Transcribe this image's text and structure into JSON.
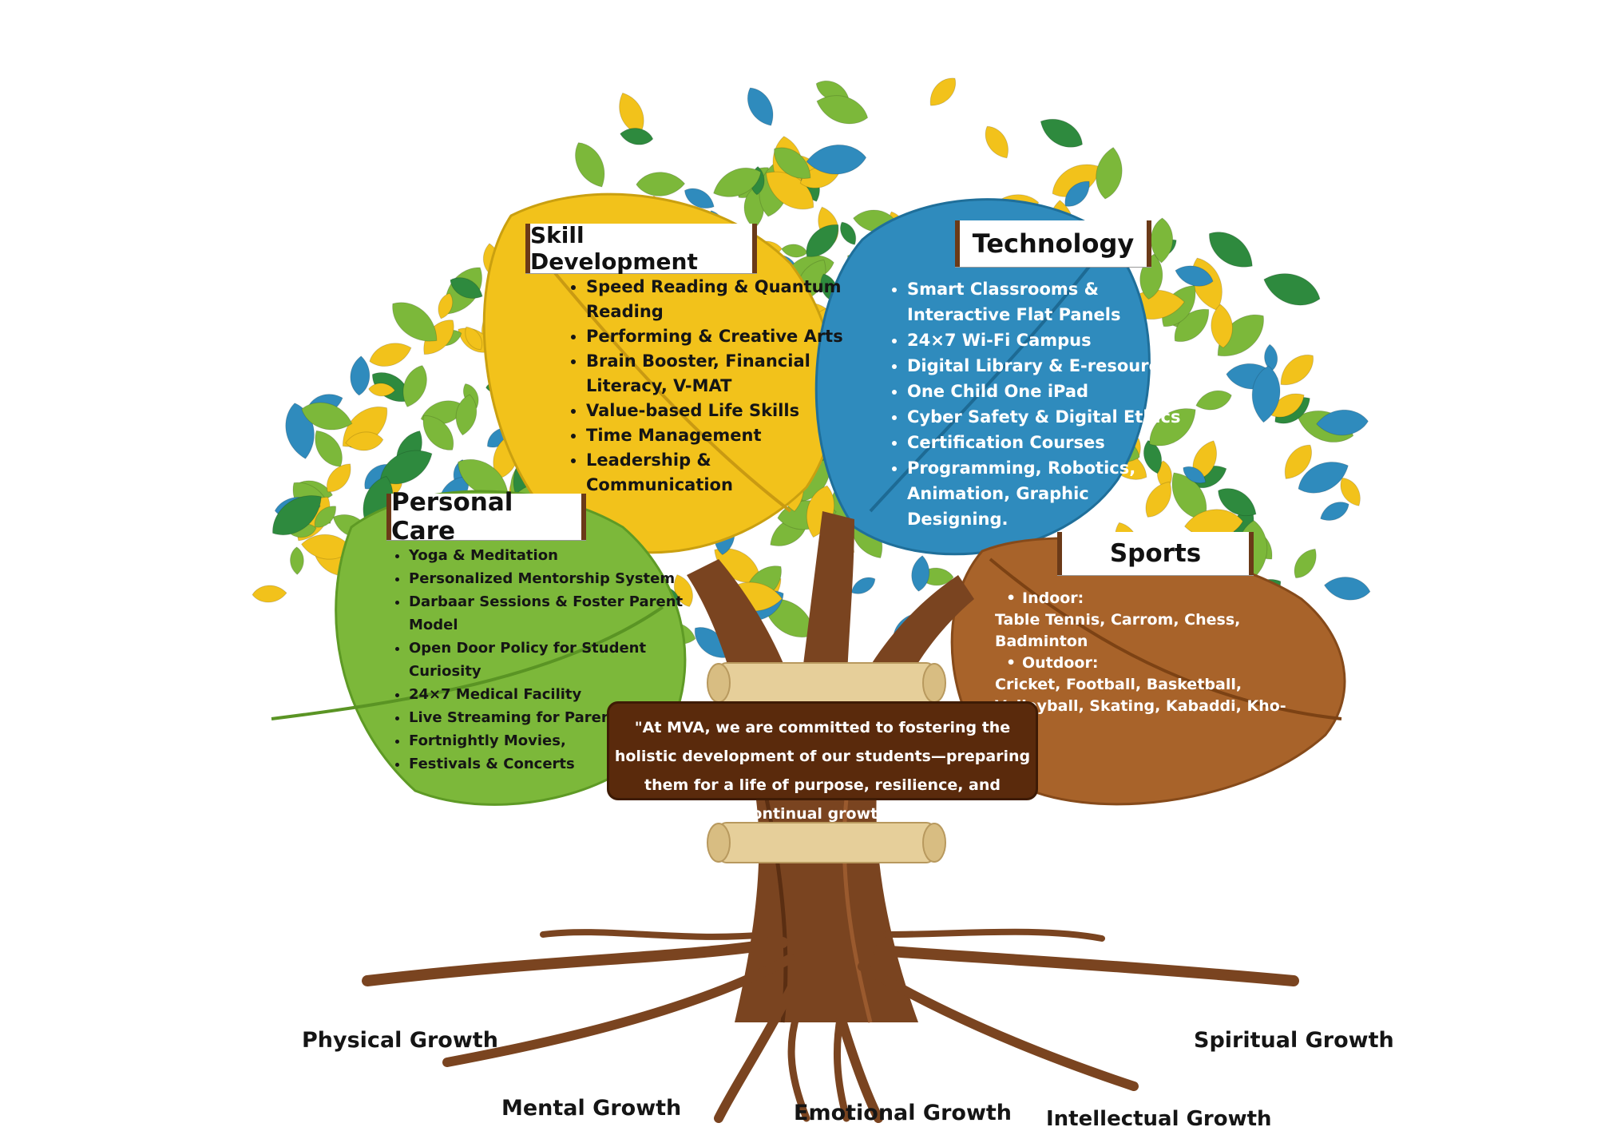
{
  "sections": {
    "skill_development": {
      "title": "Skill Development",
      "items": [
        "Speed Reading & Quantum Reading",
        "Performing & Creative Arts",
        "Brain Booster, Financial Literacy, V-MAT",
        "Value-based Life Skills",
        "Time Management",
        "Leadership & Communication"
      ]
    },
    "technology": {
      "title": "Technology",
      "items": [
        "Smart Classrooms & Interactive Flat Panels",
        "24×7 Wi-Fi Campus",
        "Digital Library & E-resources",
        "One Child One iPad",
        "Cyber Safety & Digital Ethics",
        "Certification Courses",
        "Programming, Robotics, Animation, Graphic Designing."
      ]
    },
    "personal_care": {
      "title": "Personal Care",
      "items": [
        "Yoga & Meditation",
        "Personalized Mentorship System",
        "Darbaar Sessions & Foster Parent Model",
        "Open Door Policy for Student Curiosity",
        "24×7 Medical Facility",
        "Live Streaming for Parents",
        "Fortnightly Movies,",
        "Festivals & Concerts"
      ]
    },
    "sports": {
      "title": "Sports",
      "indoor_label": "Indoor:",
      "indoor_items": "Table Tennis, Carrom, Chess, Badminton",
      "outdoor_label": "Outdoor:",
      "outdoor_items": "Cricket, Football, Basketball, Volleyball, Skating, Kabaddi, Kho-kho"
    }
  },
  "quote": "\"At MVA, we are committed to fostering the holistic development of our students—preparing them for a life of purpose, resilience, and continual growth.\"",
  "roots": {
    "physical": "Physical Growth",
    "mental": "Mental Growth",
    "emotional": "Emotional Growth",
    "intellectual": "Intellectual Growth",
    "spiritual": "Spiritual Growth"
  },
  "colors": {
    "leaf_yellow": "#f2c21b",
    "leaf_blue": "#2f8bbd",
    "leaf_green": "#7cb83a",
    "leaf_dark_green": "#2e8a3e",
    "leaf_brown": "#a8632a",
    "trunk": "#7a4420",
    "scroll": "#e6cf9a",
    "quote_bg": "#5a2a0c"
  }
}
